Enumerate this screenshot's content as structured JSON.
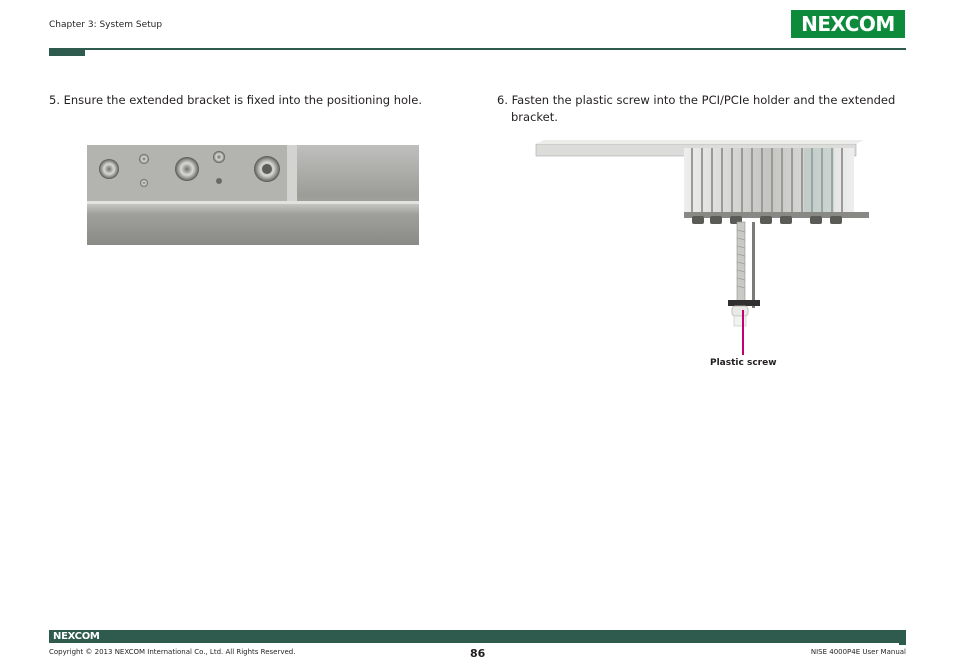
{
  "header": {
    "chapter": "Chapter 3: System Setup",
    "logo_text": "NEXCOM"
  },
  "steps": [
    {
      "text": "5. Ensure the extended bracket is fixed into the positioning hole."
    },
    {
      "text": "6. Fasten the plastic screw into the PCI/PCIe holder and the extended",
      "cont": "bracket."
    }
  ],
  "figure": {
    "callout_label": "Plastic screw"
  },
  "footer": {
    "logo_text": "NEXCOM",
    "copyright": "Copyright © 2013 NEXCOM International Co., Ltd. All Rights Reserved.",
    "page_number": "86",
    "manual_title": "NISE 4000P4E User Manual"
  },
  "colors": {
    "brand_green": "#0d8a3b",
    "rule_green": "#2e5b4d",
    "callout_magenta": "#c2006e"
  }
}
